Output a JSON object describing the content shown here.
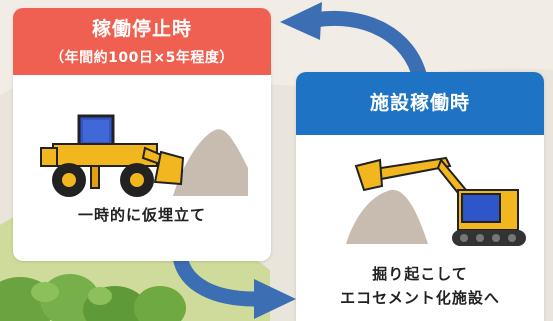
{
  "colors": {
    "background": "#f1ede6",
    "hill_light": "#cfdb9a",
    "hill_dark": "#6aa33f",
    "stop_header": "#f06050",
    "operate_header": "#1f73c4",
    "arrow": "#3c6eb4",
    "machine_yellow": "#f2b71e",
    "cab_blue": "#2e56c8",
    "mound": "#c7bcaf"
  },
  "stop_card": {
    "title": "稼働停止時",
    "subtitle": "（年間約100日×5年程度）",
    "caption": "一時的に仮埋立て",
    "icon": "wheel-loader-icon"
  },
  "operate_card": {
    "title": "施設稼働時",
    "caption_line1": "掘り起こして",
    "caption_line2": "エコセメント化施設へ",
    "icon": "excavator-icon"
  },
  "arrows": {
    "top": "curved-arrow-to-stop",
    "bottom": "curved-arrow-to-operate"
  }
}
